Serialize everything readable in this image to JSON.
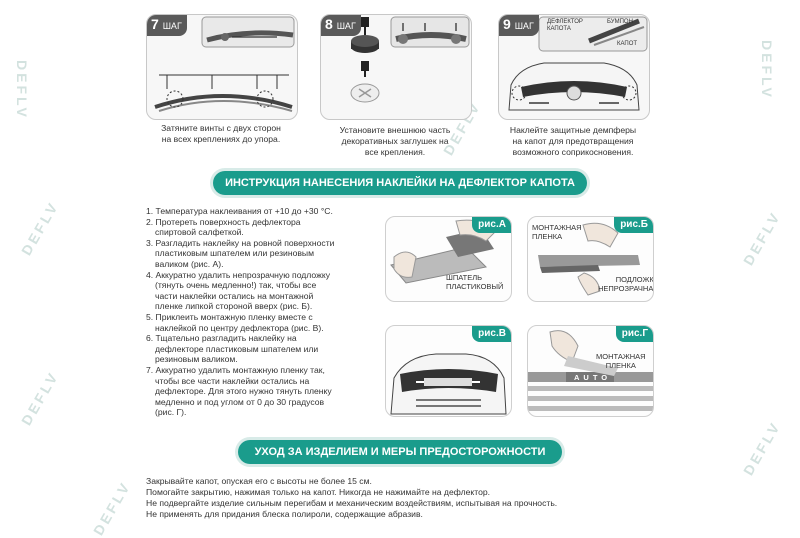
{
  "watermark": "DEFLV",
  "steps_top": [
    {
      "number": "7",
      "word": "ШАГ",
      "caption": [
        "Затяните винты с двух сторон",
        "на всех креплениях до упора."
      ]
    },
    {
      "number": "8",
      "word": "ШАГ",
      "caption": [
        "Установите внешнюю часть",
        "декоративных заглушек на",
        "все крепления."
      ]
    },
    {
      "number": "9",
      "word": "ШАГ",
      "caption": [
        "Наклейте защитные демпферы",
        "на капот для предотвращения",
        "возможного соприкосновения."
      ]
    }
  ],
  "step9_labels": {
    "deflector": "ДЕФЛЕКТОР\nКАПОТА",
    "bumper": "БУМПОН",
    "hood": "КАПОТ"
  },
  "banner1": "ИНСТРУКЦИЯ НАНЕСЕНИЯ НАКЛЕЙКИ НА ДЕФЛЕКТОР КАПОТА",
  "instructions": [
    "1. Температура наклеивания от +10 до +30  °С.",
    "2. Протереть поверхность дефлектора",
    "    спиртовой салфеткой.",
    "3. Разгладить наклейку на ровной поверхности",
    "    пластиковым шпателем или резиновым",
    "    валиком (рис. А).",
    "4. Аккуратно удалить непрозрачную подложку",
    "    (тянуть очень медленно!) так, чтобы все",
    "    части наклейки остались на монтажной",
    "    пленке липкой стороной вверх (рис. Б).",
    "5. Приклеить монтажную пленку вместе с",
    "    наклейкой по центру дефлектора (рис. В).",
    "6. Тщательно разгладить наклейку на",
    "    дефлекторе пластиковым шпателем или",
    "    резиновым валиком.",
    "7. Аккуратно удалить монтажную пленку так,",
    "    чтобы все части наклейки остались на",
    "    дефлекторе. Для этого нужно тянуть пленку",
    "    медленно и под углом от 0 до 30 градусов",
    "    (рис. Г)."
  ],
  "figures": {
    "a": {
      "tag": "рис.А",
      "label": "ШПАТЕЛЬ\nПЛАСТИКОВЫЙ"
    },
    "b": {
      "tag": "рис.Б",
      "label_top": "МОНТАЖНАЯ\nПЛЕНКА",
      "label_bottom": "ПОДЛОЖКА\nНЕПРОЗРАЧНАЯ"
    },
    "v": {
      "tag": "рис.В"
    },
    "g": {
      "tag": "рис.Г",
      "label": "МОНТАЖНАЯ\nПЛЕНКА",
      "sticker": "AUTO"
    }
  },
  "banner2": "УХОД ЗА ИЗДЕЛИЕМ И МЕРЫ ПРЕДОСТОРОЖНОСТИ",
  "care": [
    "Закрывайте капот, опуская его с высоты не более 15 см.",
    "Помогайте закрытию, нажимая только на капот. Никогда не нажимайте на дефлектор.",
    "Не подвергайте изделие сильным перегибам и механическим воздействиям, испытывая на прочность.",
    "Не применять для придания блеска полироли, содержащие абразив."
  ],
  "colors": {
    "accent": "#1a9c8c",
    "badge": "#5a5a5a"
  }
}
